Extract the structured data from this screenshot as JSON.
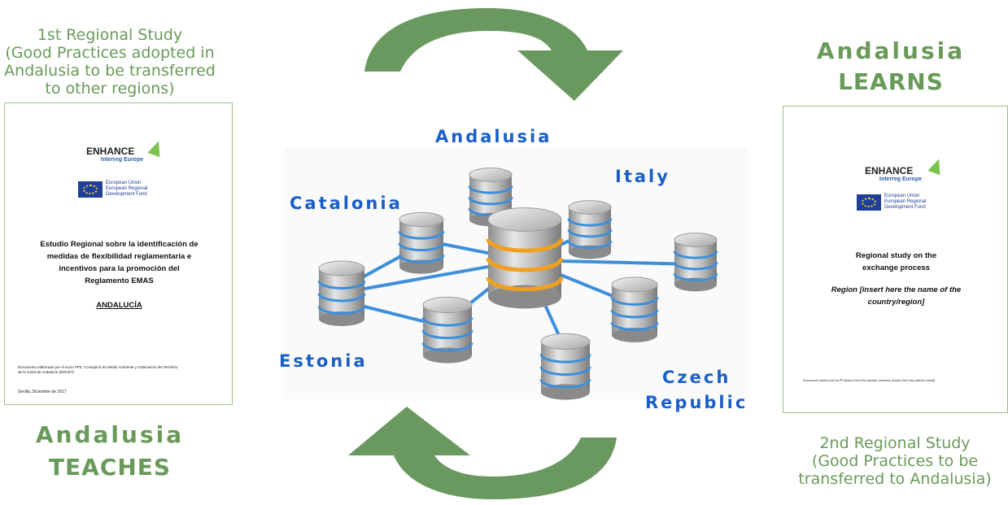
{
  "left_caption": [
    "1st Regional Study",
    "(Good Practices adopted in",
    "Andalusia to be transferred",
    "to other regions)"
  ],
  "right_caption": [
    "2nd Regional Study",
    "(Good  Practices to be",
    "transferred to Andalusia)"
  ],
  "andalusia_learns": [
    "Andalusia",
    "LEARNS"
  ],
  "andalusia_teaches": [
    "Andalusia",
    "TEACHES"
  ],
  "regions": {
    "andalusia": "Andalusia",
    "italy": "Italy",
    "catalonia": "Catalonia",
    "estonia": "Estonia",
    "czech": [
      "Czech",
      "Republic"
    ]
  },
  "left_doc": {
    "brand": "ENHANCE",
    "brand_sub": "Interreg Europe",
    "eu_lines": [
      "European Union",
      "European Regional",
      "Development Fund"
    ],
    "title_lines": [
      "Estudio Regional sobre la identificación de",
      "medidas de flexibilidad reglamentaria e",
      "incentivos para la promoción del",
      "Reglamento EMAS"
    ],
    "region": "ANDALUCÍA",
    "footer_lines": [
      "Documento elaborado por el socio PP2: Consejería de Medio Ambiente y Ordenación del Territorio",
      "de la Junta de Andalucía (EMADT)"
    ],
    "date": "Sevilla, Diciembre de 2017"
  },
  "right_doc": {
    "brand": "ENHANCE",
    "brand_sub": "Interreg Europe",
    "eu_lines": [
      "European Union",
      "European Regional",
      "Development Fund"
    ],
    "title_lines": [
      "Regional study on the",
      "exchange process"
    ],
    "region_lines": [
      "Region [insert here the name of the",
      "country/region]"
    ],
    "footer": "Document carried out by PP [insert here the partner number]: [insert here the partner name]"
  },
  "colors": {
    "green": "#6a9a5a",
    "arrow": "#6a9960",
    "blue_text": "#1a5fc7",
    "db_blue": "#3d8fdc",
    "db_gold": "#f0a020"
  }
}
